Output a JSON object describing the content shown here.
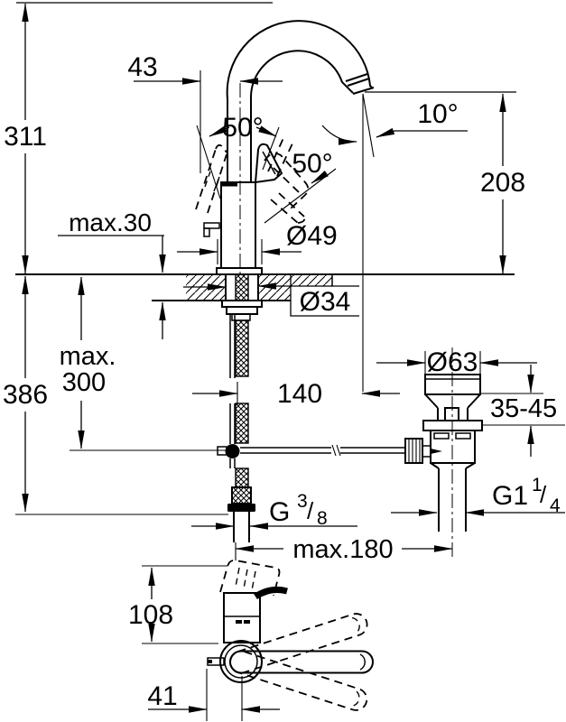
{
  "drawing": {
    "type": "technical-dimension-drawing",
    "subject": "single-lever basin mixer tap: side elevation with pop-up waste set and plan view with handle swing range",
    "background": "#ffffff",
    "line_color": "#000000",
    "dimensions": {
      "total_height": "311",
      "spout_offset": "43",
      "swivel_angle": "50°",
      "lever_angle": "50°",
      "spray_angle": "10°",
      "spout_height": "208",
      "deck_thickness_max": "max.30",
      "body_diameter": "Ø49",
      "hole_diameter": "Ø34",
      "below_deck_height": "386",
      "rod_max_word": "max.",
      "rod_max_value": "300",
      "spout_reach": "140",
      "waste_flange_diameter": "Ø63",
      "clamping_range": "35-45",
      "supply_thread_g": "G",
      "supply_thread_sup": "3",
      "supply_thread_slash": "/",
      "supply_thread_sub": "8",
      "waste_thread_g": "G1",
      "waste_thread_sup": "1",
      "waste_thread_slash": "/",
      "waste_thread_sub": "4",
      "linkage_max": "max.180",
      "handle_depth": "108",
      "rod_offset": "41"
    }
  }
}
